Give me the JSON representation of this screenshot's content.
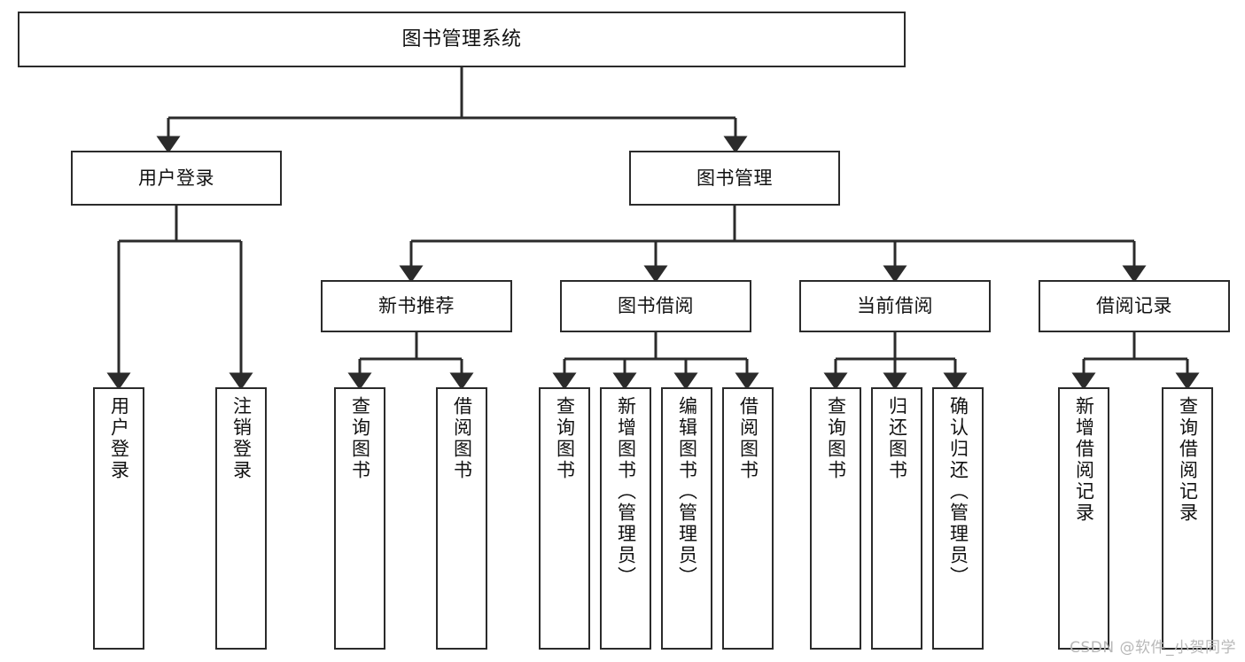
{
  "diagram": {
    "type": "tree",
    "title": "图书管理系统",
    "orientation": "top-down",
    "colors": {
      "box_border": "#2b2b2b",
      "box_fill": "#ffffff",
      "edge": "#2b2b2b",
      "text": "#111111",
      "watermark": "#b8b8b8"
    },
    "nodes": {
      "root": {
        "label": "图书管理系统",
        "level": 1,
        "text_direction": "horizontal"
      },
      "l2": [
        {
          "id": "user-login",
          "label": "用户登录",
          "level": 2,
          "text_direction": "horizontal"
        },
        {
          "id": "book-manage",
          "label": "图书管理",
          "level": 2,
          "text_direction": "horizontal"
        }
      ],
      "l3": [
        {
          "id": "new-book-recommend",
          "label": "新书推荐",
          "level": 3,
          "text_direction": "horizontal"
        },
        {
          "id": "book-borrow",
          "label": "图书借阅",
          "level": 3,
          "text_direction": "horizontal"
        },
        {
          "id": "current-borrow",
          "label": "当前借阅",
          "level": 3,
          "text_direction": "horizontal"
        },
        {
          "id": "borrow-record",
          "label": "借阅记录",
          "level": 3,
          "text_direction": "horizontal"
        }
      ],
      "leaves": [
        {
          "id": "leaf-user-login",
          "label": "用户登录",
          "parent": "user-login",
          "text_direction": "vertical"
        },
        {
          "id": "leaf-user-logout",
          "label": "注销登录",
          "parent": "user-login",
          "text_direction": "vertical"
        },
        {
          "id": "leaf-query-book-1",
          "label": "查询图书",
          "parent": "new-book-recommend",
          "text_direction": "vertical"
        },
        {
          "id": "leaf-borrow-book-1",
          "label": "借阅图书",
          "parent": "new-book-recommend",
          "text_direction": "vertical"
        },
        {
          "id": "leaf-query-book-2",
          "label": "查询图书",
          "parent": "book-borrow",
          "text_direction": "vertical"
        },
        {
          "id": "leaf-add-book",
          "label": "新增图书（管理员）",
          "parent": "book-borrow",
          "text_direction": "vertical"
        },
        {
          "id": "leaf-edit-book",
          "label": "编辑图书（管理员）",
          "parent": "book-borrow",
          "text_direction": "vertical"
        },
        {
          "id": "leaf-borrow-book-2",
          "label": "借阅图书",
          "parent": "book-borrow",
          "text_direction": "vertical"
        },
        {
          "id": "leaf-query-book-3",
          "label": "查询图书",
          "parent": "current-borrow",
          "text_direction": "vertical"
        },
        {
          "id": "leaf-return-book",
          "label": "归还图书",
          "parent": "current-borrow",
          "text_direction": "vertical"
        },
        {
          "id": "leaf-confirm-return",
          "label": "确认归还（管理员）",
          "parent": "current-borrow",
          "text_direction": "vertical"
        },
        {
          "id": "leaf-add-record",
          "label": "新增借阅记录",
          "parent": "borrow-record",
          "text_direction": "vertical"
        },
        {
          "id": "leaf-query-record",
          "label": "查询借阅记录",
          "parent": "borrow-record",
          "text_direction": "vertical"
        }
      ]
    },
    "watermark": "CSDN @软件_小贺同学"
  }
}
